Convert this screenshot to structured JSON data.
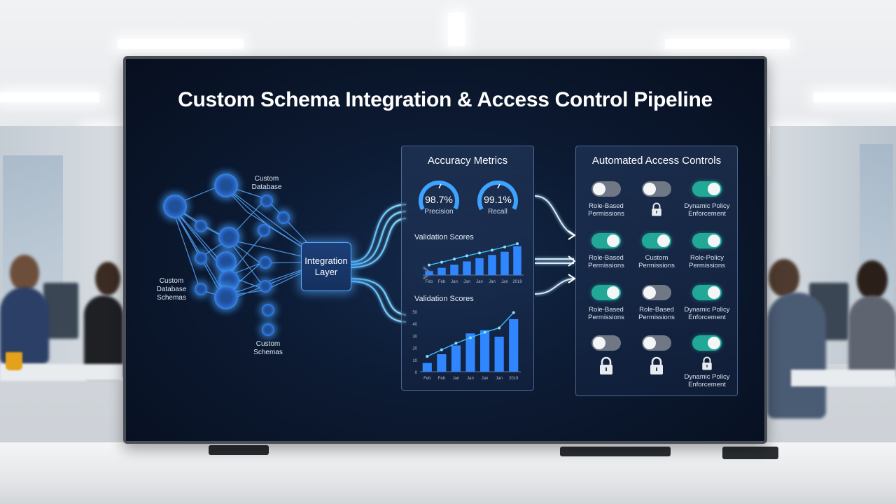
{
  "title": "Custom Schema Integration & Access Control Pipeline",
  "network": {
    "label_top": "Custom\nDatabase",
    "label_left": "Custom\nDatabase\nSchemas",
    "label_bottom": "Custom\nSchemas"
  },
  "integration_layer": "Integration\nLayer",
  "accuracy_panel": {
    "title": "Accuracy Metrics",
    "precision_value": "98.7%",
    "precision_label": "Precision",
    "precision_level": 0.987,
    "recall_value": "99.1%",
    "recall_label": "Recall",
    "recall_level": 0.991,
    "colors": {
      "gauge": "#3ea3ff",
      "bar": "#2f86ff",
      "line": "#37c3ff"
    }
  },
  "chart_data": [
    {
      "type": "bar",
      "title": "Validation Scores",
      "categories": [
        "Feb",
        "Feb",
        "Jan",
        "Jan",
        "Jan",
        "Jan",
        "Jan",
        "2019"
      ],
      "series": [
        {
          "values": [
            10,
            18,
            26,
            34,
            42,
            50,
            58,
            72
          ]
        }
      ],
      "line": [
        25,
        32,
        40,
        48,
        55,
        62,
        70,
        78
      ],
      "ylim": [
        0,
        80
      ]
    },
    {
      "type": "bar",
      "title": "Validation Scores",
      "categories": [
        "Feb",
        "Feb",
        "Jan",
        "Jan",
        "Jan",
        "Jan",
        "2019"
      ],
      "yticks": [
        "0",
        "10",
        "20",
        "30",
        "40",
        "50"
      ],
      "series": [
        {
          "values": [
            8,
            16,
            24,
            35,
            38,
            32,
            48
          ]
        }
      ],
      "line": [
        14,
        20,
        26,
        31,
        36,
        40,
        54
      ],
      "ylim": [
        0,
        55
      ]
    }
  ],
  "access_panel": {
    "title": "Automated Access Controls",
    "rows": [
      [
        {
          "state": "off",
          "label": "Role-Based\nPermissions"
        },
        {
          "state": "off",
          "label": "",
          "icon": "lock-icon"
        },
        {
          "state": "on",
          "label": "Dynamic Policy\nEnforcement"
        }
      ],
      [
        {
          "state": "on",
          "label": "Role-Based\nPermissions"
        },
        {
          "state": "on",
          "label": "Custom\nPermissions"
        },
        {
          "state": "on",
          "label": "Role-Policy\nPermissions"
        }
      ],
      [
        {
          "state": "on",
          "label": "Role-Based\nPermissions"
        },
        {
          "state": "off",
          "label": "Role-Based\nPermissions"
        },
        {
          "state": "on",
          "label": "Dynamic Policy\nEnforcement"
        }
      ],
      [
        {
          "state": "off",
          "label": "",
          "icon": "lock-icon"
        },
        {
          "state": "off",
          "label": "",
          "icon": "lock-icon"
        },
        {
          "state": "on",
          "label": "Dynamic Policy\nEnforcement",
          "icon": "lock-icon"
        }
      ]
    ],
    "colors": {
      "on": "#22a897",
      "off": "#6f7884"
    }
  }
}
